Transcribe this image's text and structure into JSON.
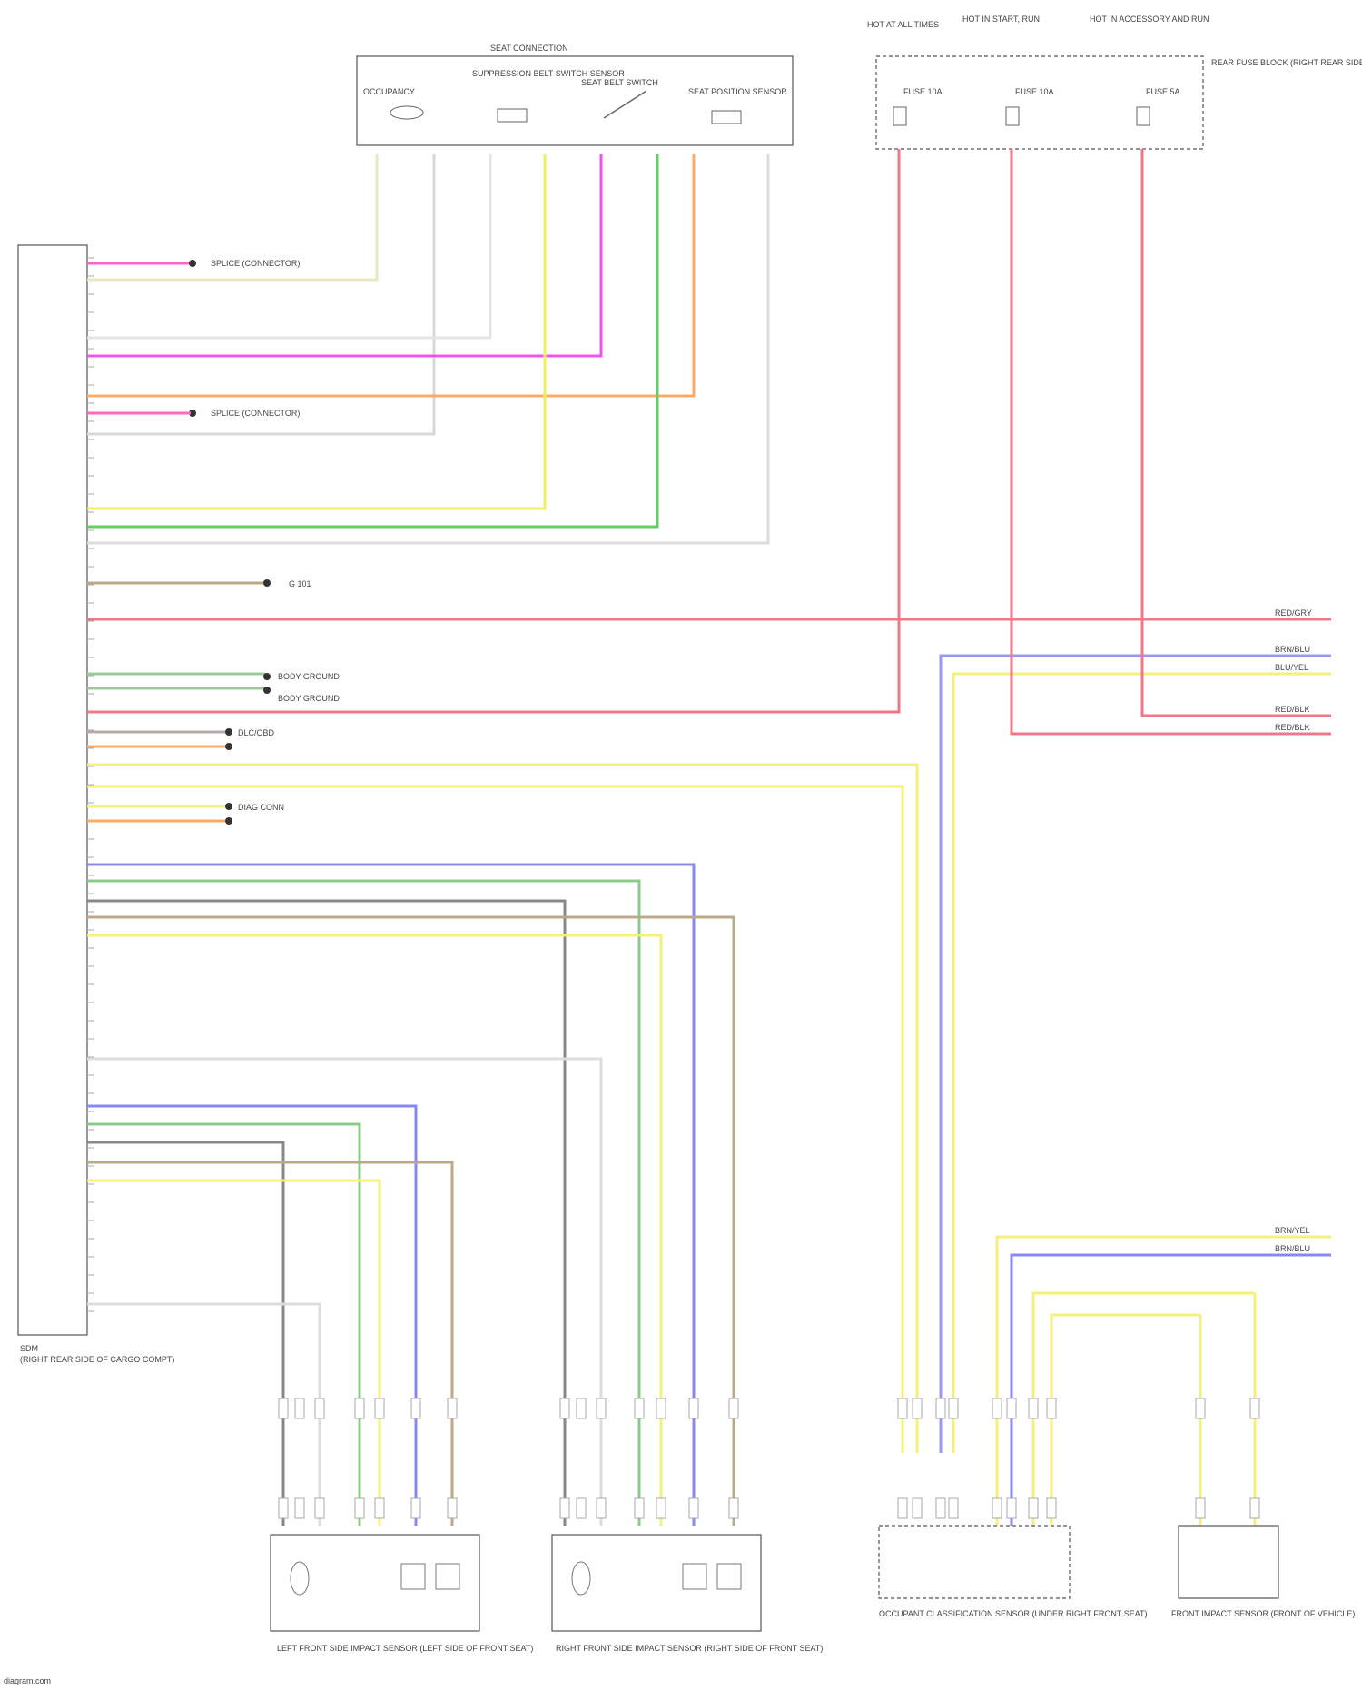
{
  "colors": {
    "pink": "#ff66cc",
    "yellow": "#f4f17a",
    "green": "#66cc66",
    "orange": "#ffaa66",
    "red": "#ee7788",
    "blue": "#8888ee",
    "gray": "#888888",
    "tan": "#bbaa88",
    "lightgray": "#d0d0d0"
  },
  "module": {
    "label": "SDM",
    "sublabel": "(RIGHT REAR SIDE OF CARGO COMPT)"
  },
  "seat_connector": {
    "title": "SEAT CONNECTION",
    "sensors": [
      "OCCUPANCY",
      "SUPPRESSION BELT SWITCH SENSOR",
      "SEAT BELT SWITCH",
      "SEAT POSITION SENSOR"
    ]
  },
  "fuse_block": {
    "label": "REAR FUSE BLOCK (RIGHT REAR SIDE OF CARGO COMPT)",
    "fuses": [
      "FUSE 10A",
      "FUSE 10A",
      "FUSE 5A"
    ],
    "heads": [
      "HOT AT ALL TIMES",
      "HOT IN START, RUN",
      "HOT IN ACCESSORY AND RUN"
    ]
  },
  "splices": [
    "SPLICE (CONNECTOR)",
    "SPLICE (CONNECTOR)",
    "G 101",
    "BODY GROUND",
    "BODY GROUND",
    "DLC/OBD",
    "DIAG CONN"
  ],
  "right_wire_labels": [
    "RED/GRY",
    "BRN/BLU",
    "BLU/YEL",
    "RED/BLK",
    "RED/BLK",
    "BRN/YEL",
    "BRN/BLU"
  ],
  "bottom_components": [
    "LEFT FRONT SIDE IMPACT SENSOR (LEFT SIDE OF FRONT SEAT)",
    "RIGHT FRONT SIDE IMPACT SENSOR (RIGHT SIDE OF FRONT SEAT)",
    "OCCUPANT CLASSIFICATION SENSOR (UNDER RIGHT FRONT SEAT)",
    "FRONT IMPACT SENSOR (FRONT OF VEHICLE)"
  ],
  "watermark": "diagram.com"
}
